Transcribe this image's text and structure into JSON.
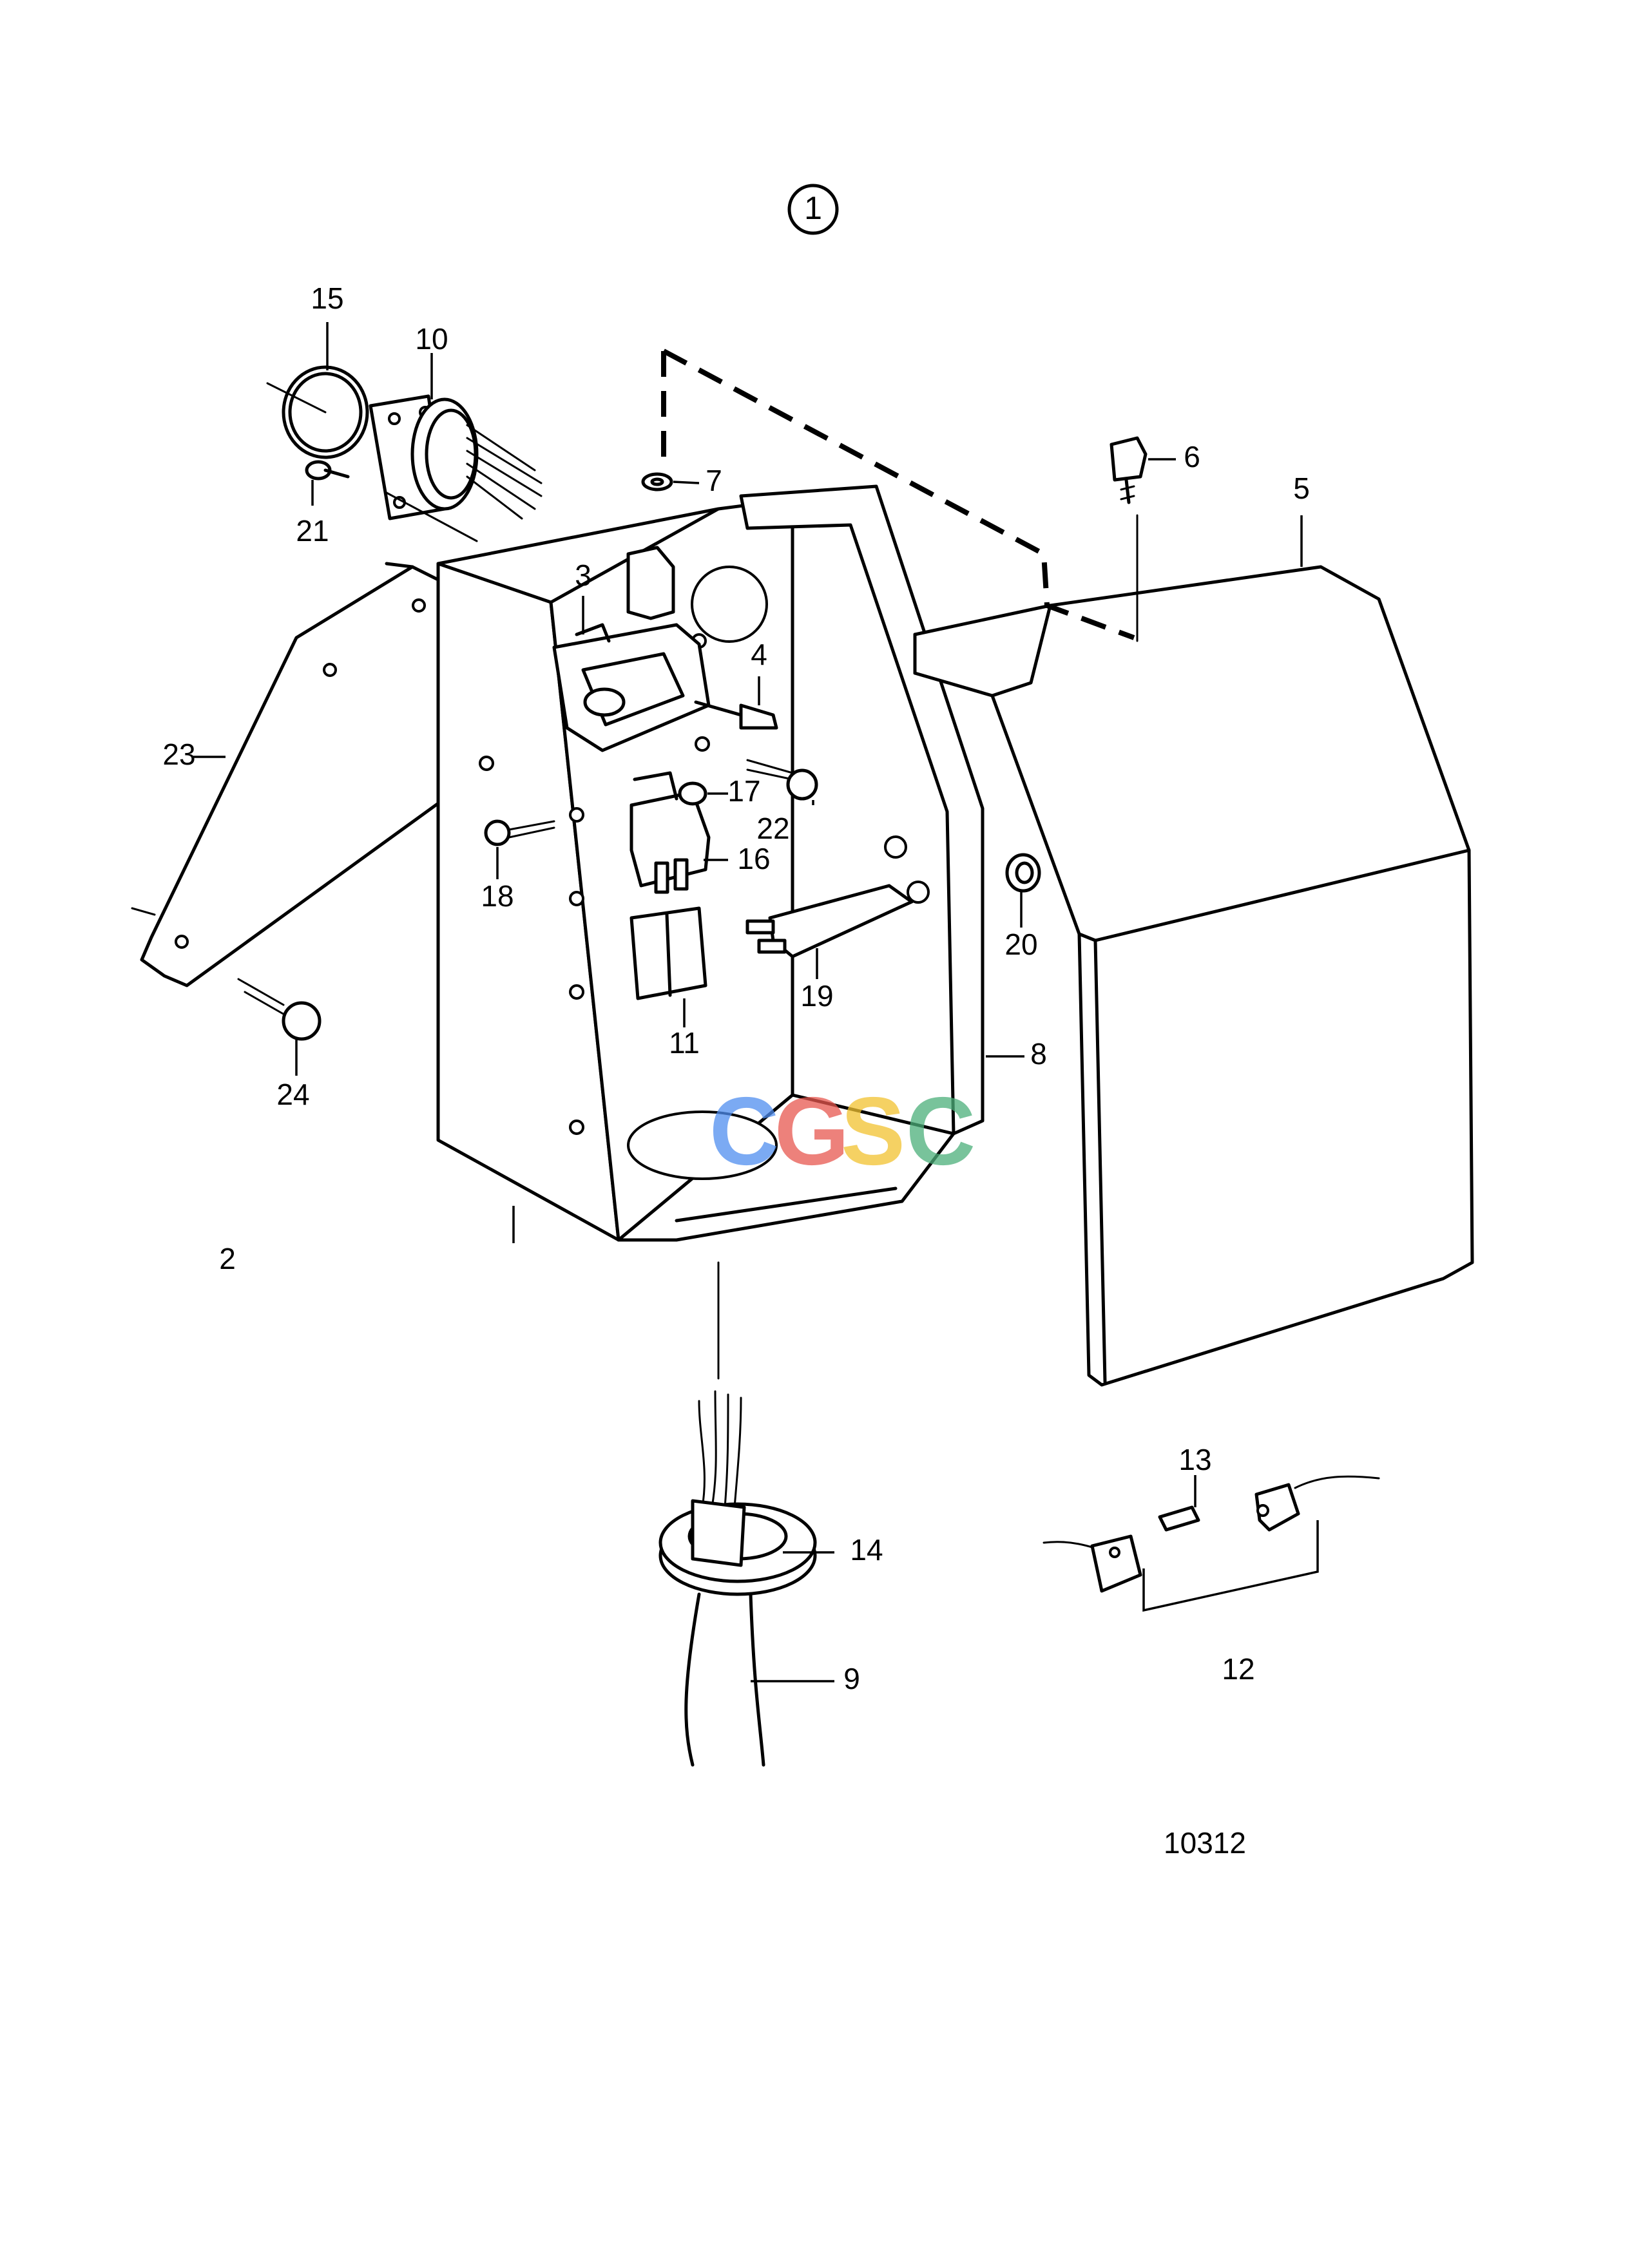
{
  "figure": {
    "number": "1",
    "reference": "10312"
  },
  "callouts": [
    "2",
    "3",
    "4",
    "5",
    "6",
    "7",
    "8",
    "9",
    "10",
    "11",
    "12",
    "13",
    "14",
    "15",
    "16",
    "17",
    "18",
    "19",
    "20",
    "21",
    "22",
    "23",
    "24"
  ],
  "watermark": {
    "letters": [
      "C",
      "G",
      "S",
      "C"
    ],
    "colors": [
      "#4f8ef0",
      "#e8574f",
      "#f2c230",
      "#4caf7a"
    ]
  }
}
